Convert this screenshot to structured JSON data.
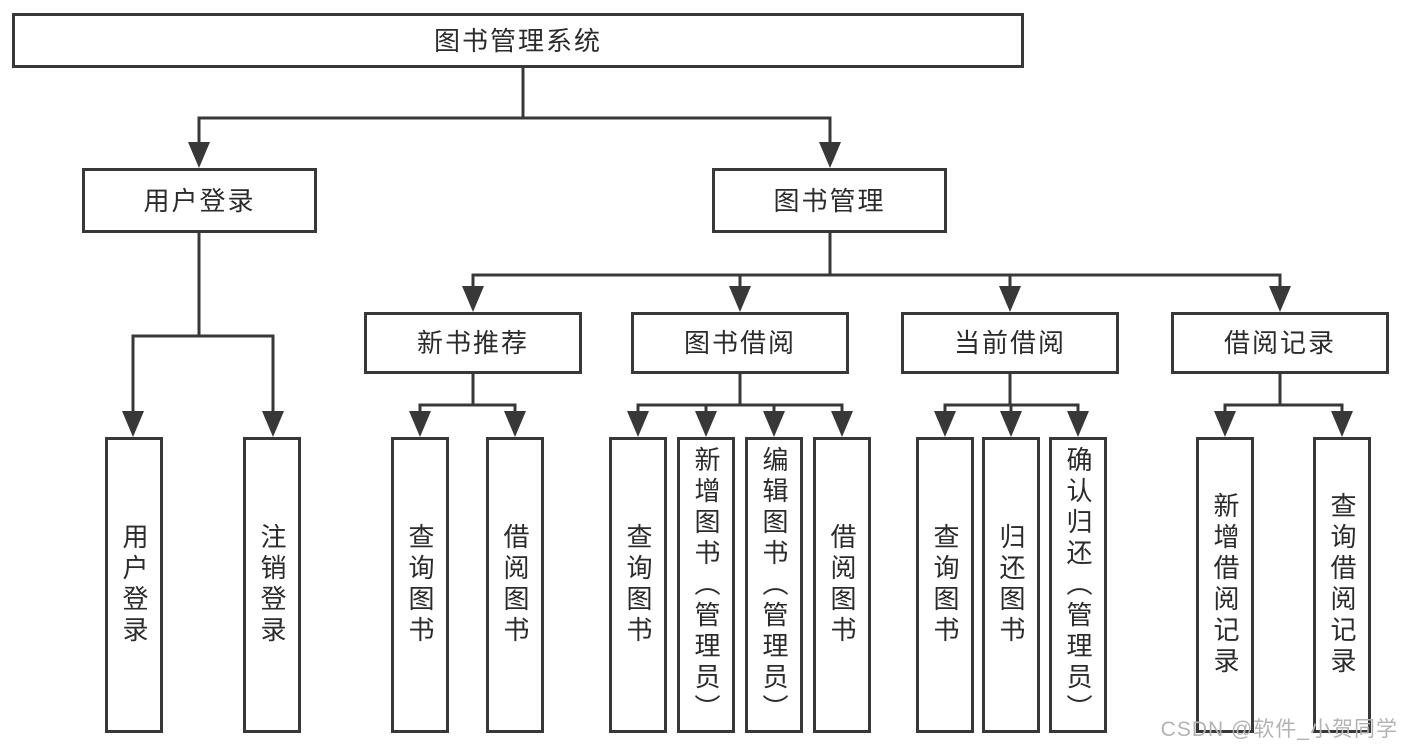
{
  "nodes": {
    "root": "图书管理系统",
    "login": "用户登录",
    "management": "图书管理",
    "recommend": "新书推荐",
    "borrow": "图书借阅",
    "current": "当前借阅",
    "records": "借阅记录",
    "leaves": {
      "login_user": "用户登录",
      "logout": "注销登录",
      "rec_query": "查询图书",
      "rec_borrow": "借阅图书",
      "bor_query": "查询图书",
      "bor_add": "新增图书（管理员）",
      "bor_edit": "编辑图书（管理员）",
      "bor_borrow": "借阅图书",
      "cur_query": "查询图书",
      "cur_return": "归还图书",
      "cur_confirm": "确认归还（管理员）",
      "hist_add": "新增借阅记录",
      "hist_query": "查询借阅记录"
    }
  },
  "watermark": "CSDN @软件_小贺同学",
  "colors": {
    "line": "#383838",
    "text": "#2b2b2b",
    "watermark": "#b3b3b3",
    "background": "#ffffff"
  }
}
